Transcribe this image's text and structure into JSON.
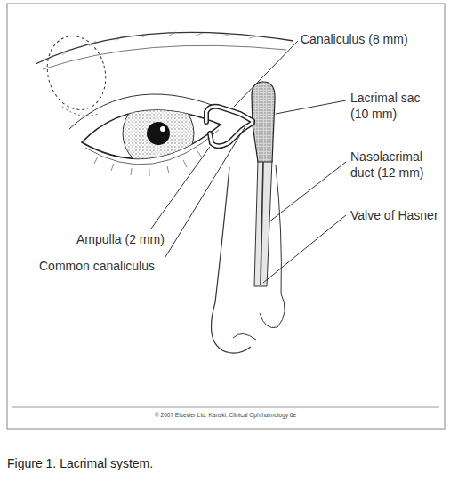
{
  "diagram": {
    "caption": "Figure 1. Lacrimal system.",
    "labels": [
      "Canaliculus (8 mm)",
      "Lacrimal sac (10 mm)",
      "Nasolacrimal duct (12 mm)",
      "Valve of Hasner",
      "Ampulla (2 mm)",
      "Common canaliculus",
      "© 2007 Elsevier Ltd. Kanski: Clinical Ophthalmology 6e"
    ]
  }
}
